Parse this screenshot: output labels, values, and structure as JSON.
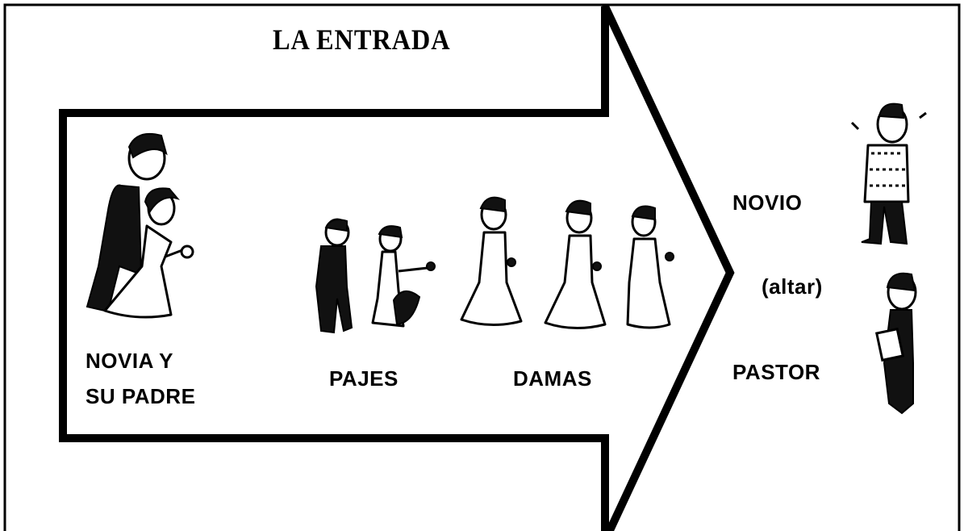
{
  "title": "LA ENTRADA",
  "labels": {
    "bride_line1": "NOVIA Y",
    "bride_line2": "SU PADRE",
    "pages": "PAJES",
    "bridesmaids": "DAMAS",
    "groom": "NOVIO",
    "altar": "(altar)",
    "pastor": "PASTOR"
  },
  "colors": {
    "ink": "#000000",
    "paper": "#ffffff"
  }
}
